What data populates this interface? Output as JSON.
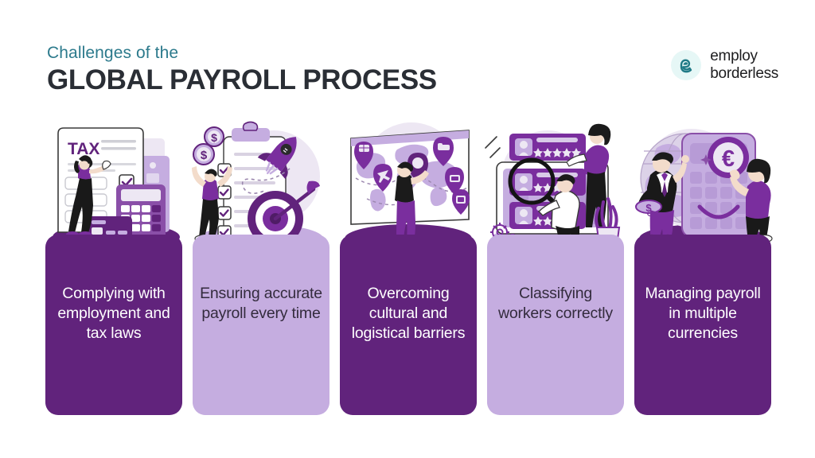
{
  "header": {
    "eyebrow": "Challenges of the",
    "headline": "GLOBAL PAYROLL PROCESS",
    "eyebrow_color": "#2C7A8C",
    "headline_color": "#2A2E35"
  },
  "logo": {
    "icon": "employ-borderless-e-icon",
    "line1": "employ",
    "line2": "borderless",
    "mark_bg": "#E6F7F6",
    "mark_color": "#1F7A86"
  },
  "theme": {
    "dark_purple": "#61237C",
    "light_purple": "#C5ADE0",
    "mid_purple": "#8A4FA8",
    "background": "#FFFFFF"
  },
  "cards": [
    {
      "label": "Complying with employment and tax laws",
      "tone": "dark",
      "illustration": "tax-form-calculator-illustration",
      "art_elements": [
        "tax-document",
        "checkbox-checked",
        "calculator",
        "payment-card",
        "woman-pointing"
      ],
      "art_text": "TAX"
    },
    {
      "label": "Ensuring accurate payroll every time",
      "tone": "light",
      "illustration": "checklist-rocket-target-illustration",
      "art_elements": [
        "clipboard-checklist",
        "dollar-coin",
        "rocket",
        "dartboard-target",
        "arrow",
        "person-celebrating"
      ],
      "art_text": "$"
    },
    {
      "label": "Overcoming cultural and logistical barriers",
      "tone": "dark",
      "illustration": "world-map-location-pins-illustration",
      "art_elements": [
        "world-map-screen",
        "location-pin",
        "airplane-icon",
        "bed-icon",
        "car-icon",
        "man-pointing"
      ],
      "art_text": ""
    },
    {
      "label": "Classifying workers correctly",
      "tone": "light",
      "illustration": "profile-cards-magnifier-illustration",
      "art_elements": [
        "profile-card",
        "star-rating",
        "magnifying-glass",
        "gear-icon",
        "potted-plant",
        "two-people"
      ],
      "art_text": ""
    },
    {
      "label": "Managing payroll in multiple currencies",
      "tone": "dark",
      "illustration": "globe-calculator-currency-illustration",
      "art_elements": [
        "globe",
        "calculator",
        "euro-coin",
        "dollar-coin",
        "businessman",
        "businesswoman"
      ],
      "art_text": "€"
    }
  ]
}
